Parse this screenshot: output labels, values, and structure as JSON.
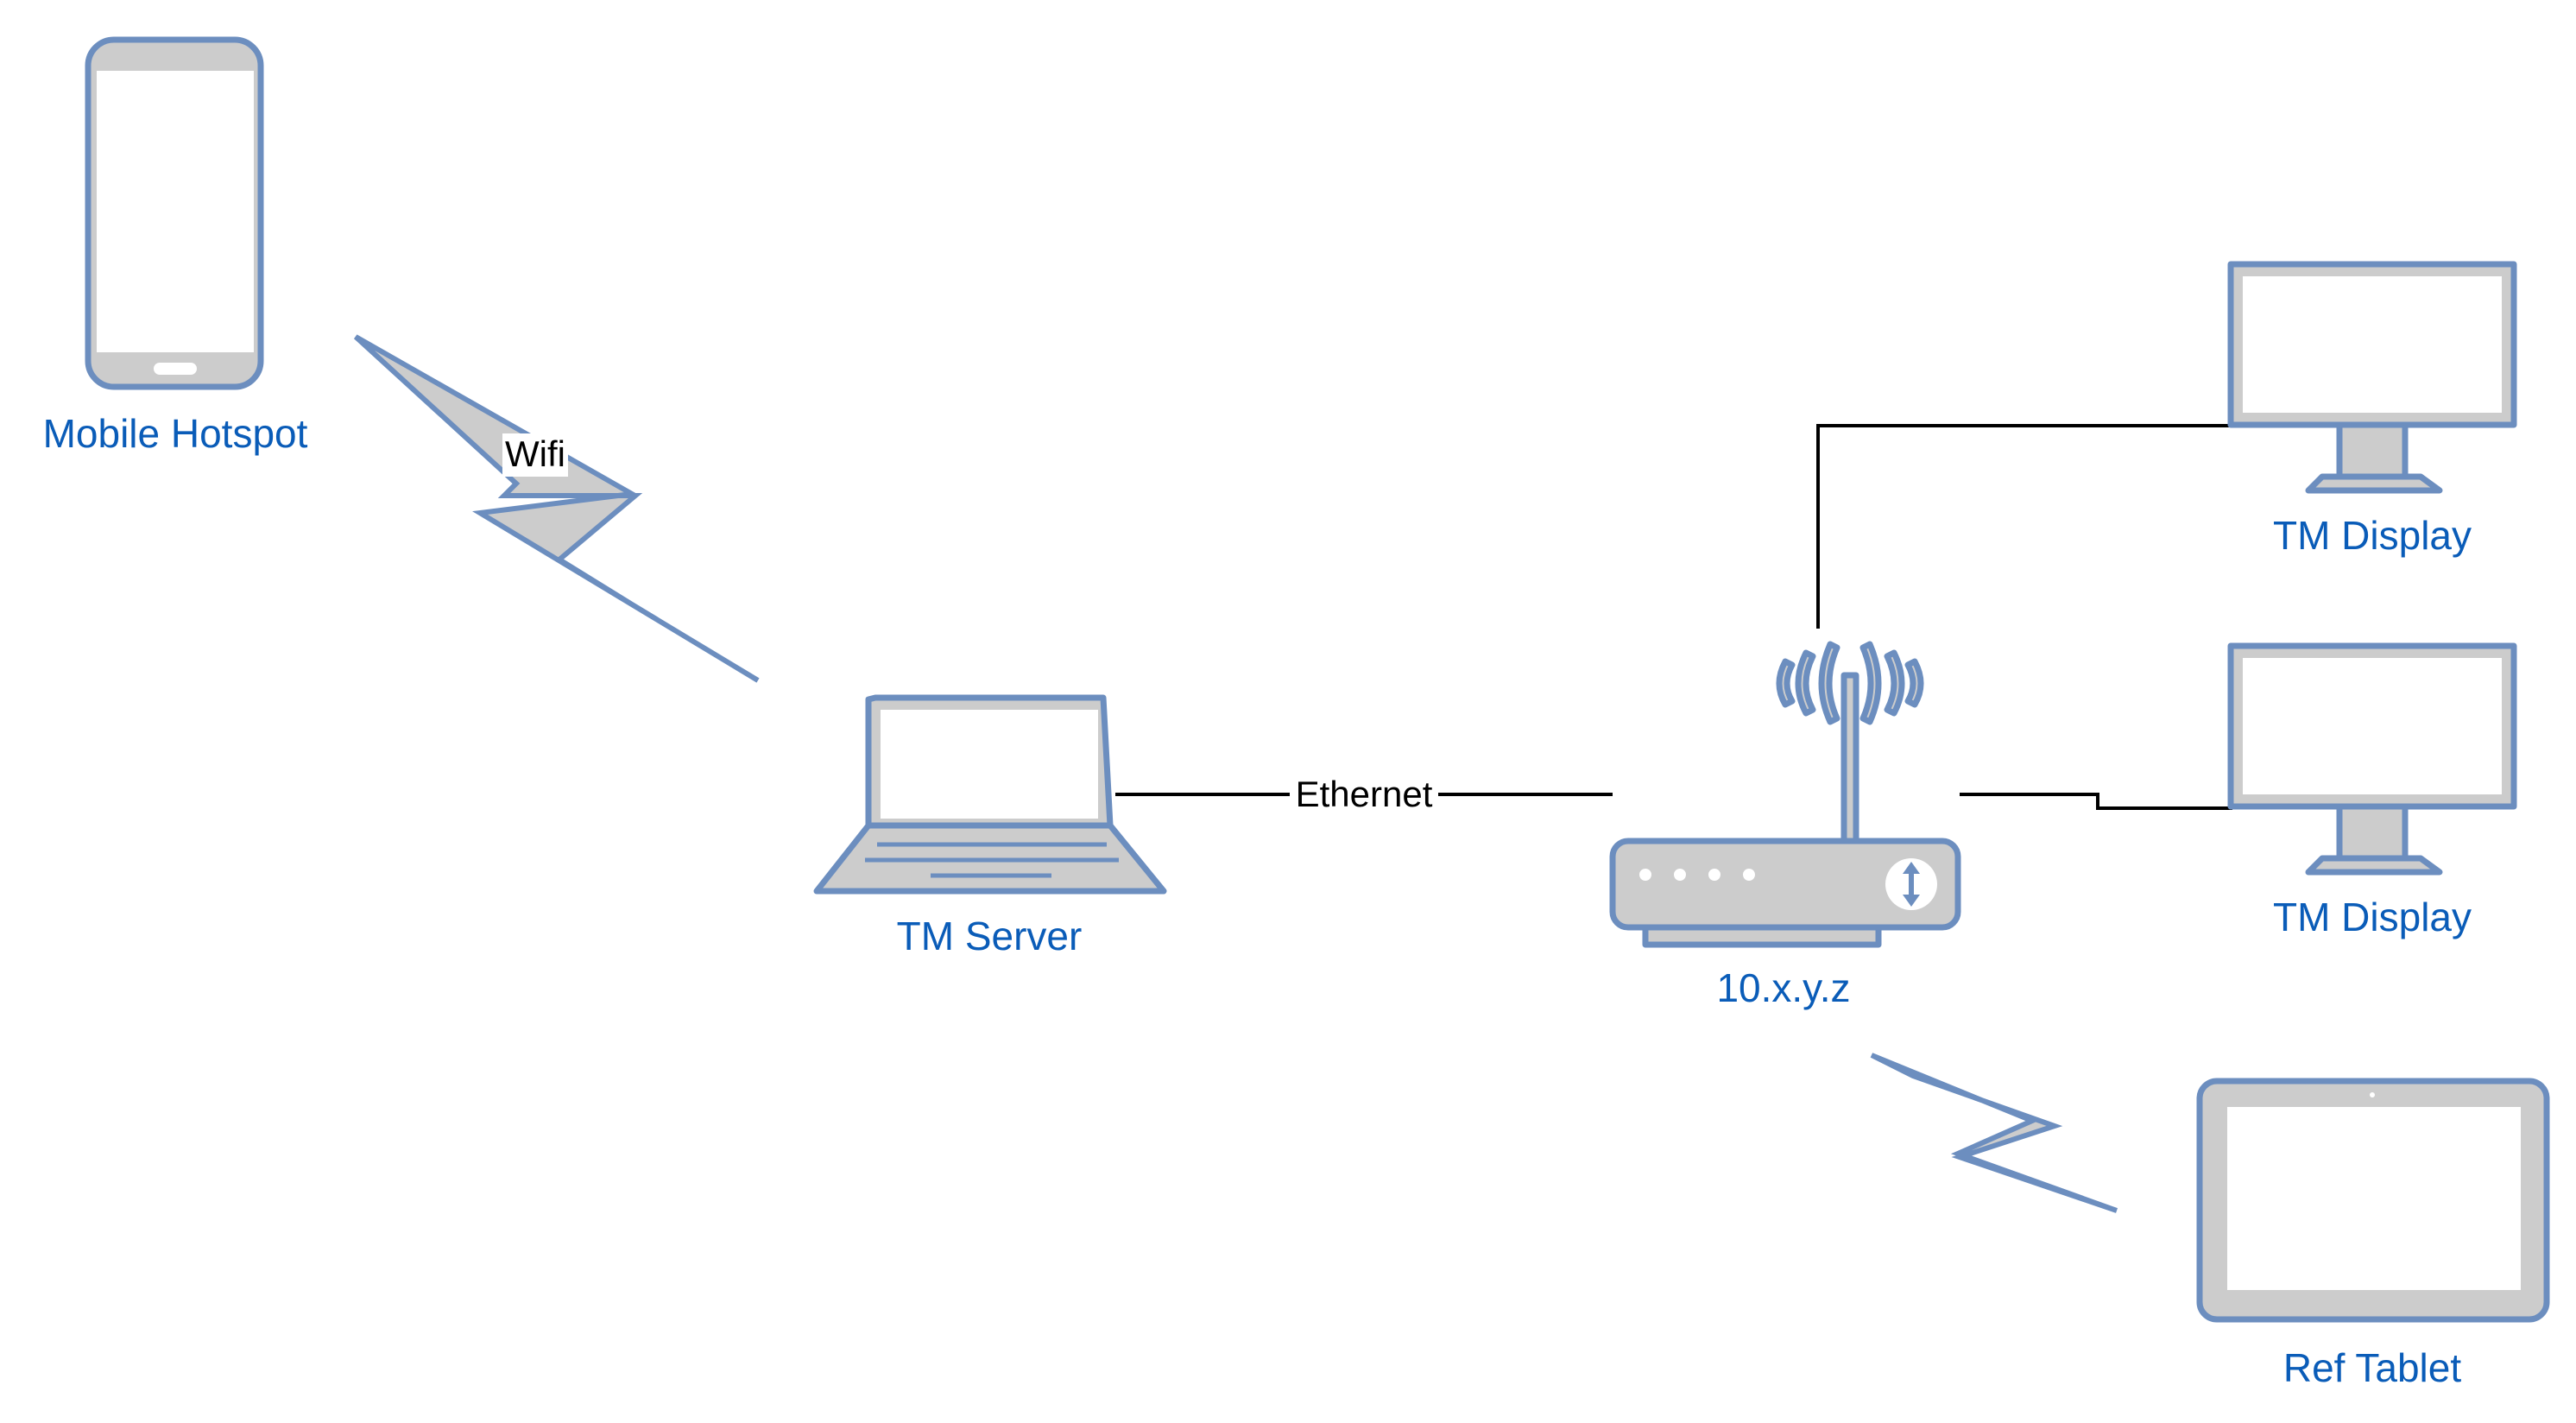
{
  "diagram": {
    "nodes": {
      "mobile_hotspot": {
        "label": "Mobile Hotspot",
        "icon": "smartphone-icon"
      },
      "tm_server": {
        "label": "TM Server",
        "icon": "laptop-icon"
      },
      "router": {
        "label": "10.x.y.z",
        "icon": "wireless-router-icon"
      },
      "tm_display_1": {
        "label": "TM Display",
        "icon": "monitor-icon"
      },
      "tm_display_2": {
        "label": "TM Display",
        "icon": "monitor-icon"
      },
      "ref_tablet": {
        "label": "Ref Tablet",
        "icon": "tablet-icon"
      }
    },
    "edges": {
      "hotspot_server": {
        "label": "Wifi",
        "type": "wireless"
      },
      "server_router": {
        "label": "Ethernet",
        "type": "wired"
      },
      "router_display_1": {
        "label": "",
        "type": "wired"
      },
      "router_display_2": {
        "label": "",
        "type": "wired"
      },
      "router_tablet": {
        "label": "",
        "type": "wireless"
      }
    },
    "colors": {
      "device_stroke": "#6c8ebf",
      "device_fill": "#cccccc",
      "label_text": "#0a5cb8",
      "wire": "#000000"
    }
  }
}
